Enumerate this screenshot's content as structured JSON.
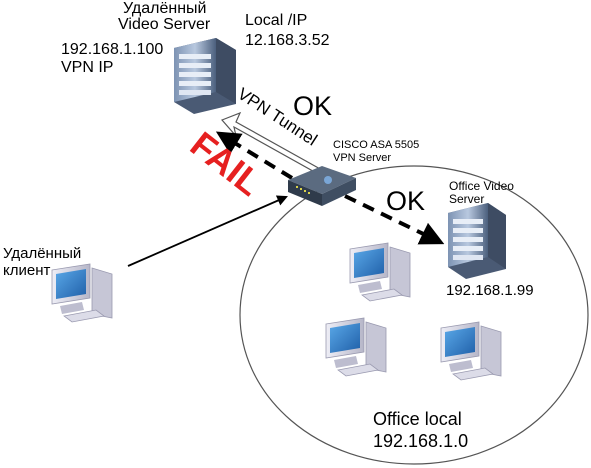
{
  "remote_server": {
    "name_line1": "Удалённый",
    "name_line2": "Video Server",
    "vpn_ip_value": "192.168.1.100",
    "vpn_ip_label": "VPN IP",
    "local_ip_label": "Local /IP",
    "local_ip_value": "12.168.3.52"
  },
  "gateway": {
    "model": "CISCO ASA 5505",
    "role": "VPN Server"
  },
  "tunnel": {
    "label": "VPN Tunnel",
    "status_ok": "OK",
    "status_fail": "FAIL"
  },
  "office_link": {
    "status_ok": "OK"
  },
  "office_server": {
    "name_line1": "Office Video",
    "name_line2": "Server",
    "ip": "192.168.1.99"
  },
  "remote_client": {
    "label_line1": "Удалённый",
    "label_line2": "клиент"
  },
  "office_network": {
    "label": "Office local",
    "subnet": "192.168.1.0"
  },
  "colors": {
    "fail": "#e62020",
    "server_body": "#5a6f8c",
    "monitor_screen": "#2f7bc2",
    "pc_body": "#d8d8e4",
    "router_body": "#3b4a5c"
  }
}
